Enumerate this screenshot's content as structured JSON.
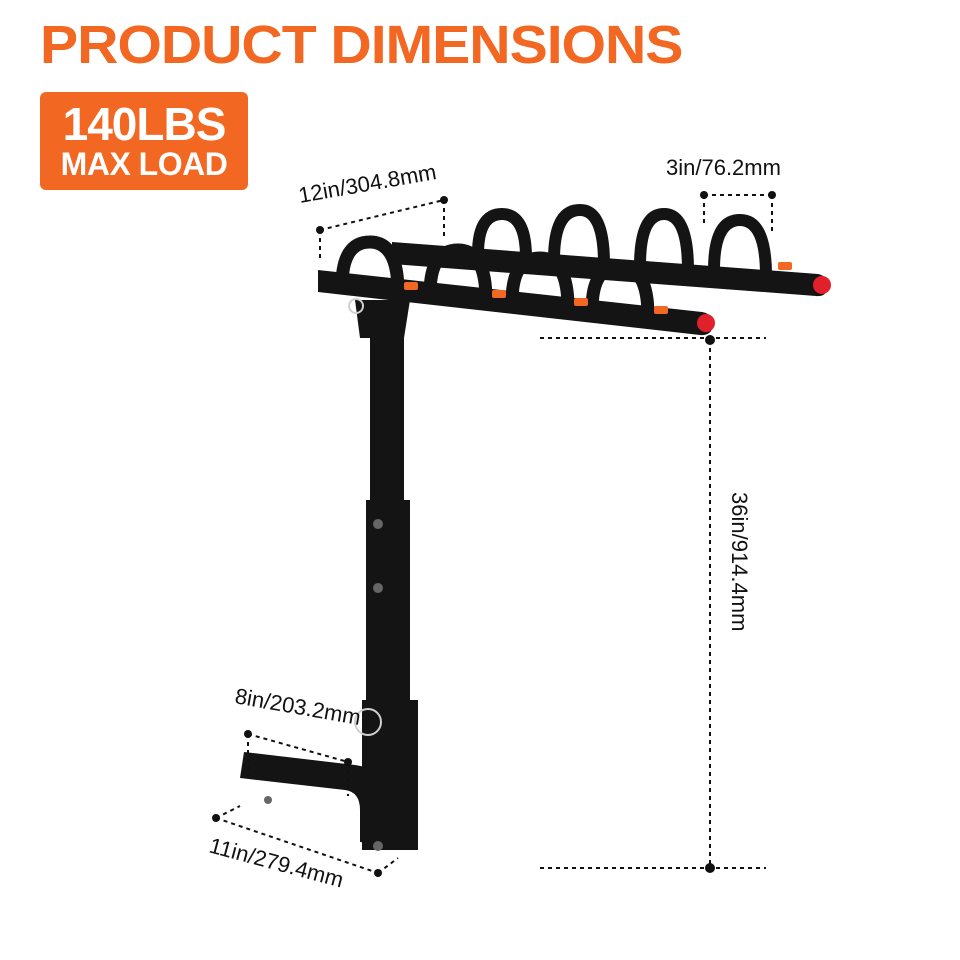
{
  "header": {
    "title": "PRODUCT DIMENSIONS"
  },
  "badge": {
    "weight": "140LBS",
    "label": "MAX LOAD"
  },
  "dimensions": {
    "top_width": "12in/304.8mm",
    "cradle_gap": "3in/76.2mm",
    "height": "36in/914.4mm",
    "hitch_rise": "8in/203.2mm",
    "hitch_length": "11in/279.4mm"
  },
  "colors": {
    "accent": "#F26722",
    "product": "#141414",
    "dim_line": "#111111",
    "reflector": "#E0202A",
    "knob": "#F26722"
  },
  "icons": {
    "product": "hitch-bike-rack-image"
  }
}
